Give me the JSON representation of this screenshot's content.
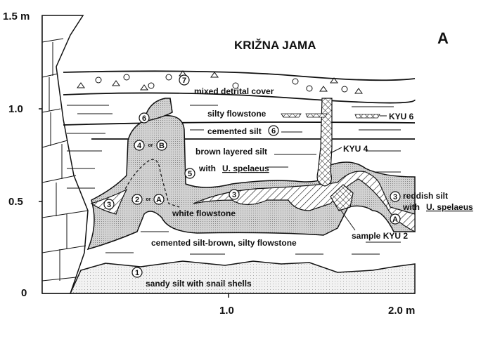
{
  "title": "KRIŽNA JAMA",
  "panel_letter": "A",
  "axes": {
    "y_ticks": [
      "1.5 m",
      "1.0",
      "0.5",
      "0"
    ],
    "x_ticks": [
      "1.0",
      "2.0 m"
    ]
  },
  "layers": {
    "l7": "mixed detrital cover",
    "silty_flowstone": "silty flowstone",
    "cemented_silt": "cemented silt",
    "brown_silt": "brown layered silt",
    "with": "with",
    "u_spelaeus": "U. spelaeus",
    "white_flowstone": "white flowstone",
    "reddish_silt": "reddish silt",
    "cemented_brown": "cemented silt-brown, silty flowstone",
    "sandy_silt": "sandy silt with snail shells"
  },
  "samples": {
    "kyu6": "KYU 6",
    "kyu4": "KYU 4",
    "kyu2": "sample KYU 2"
  },
  "markers": {
    "m1": "1",
    "m2": "2",
    "m3": "3",
    "m4": "4",
    "m5": "5",
    "m6": "6",
    "m7": "7",
    "mA": "A",
    "mB": "B",
    "or": "or"
  }
}
